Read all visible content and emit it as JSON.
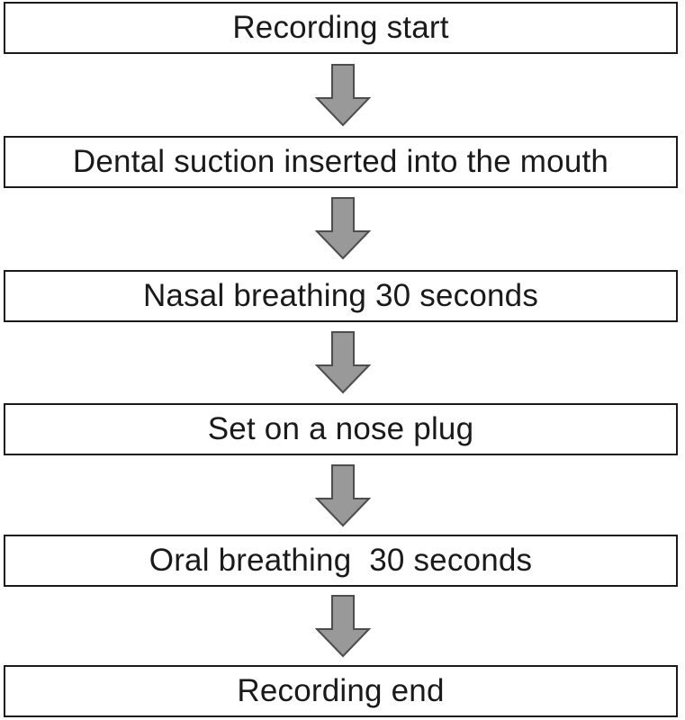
{
  "flowchart": {
    "steps": [
      {
        "label": "Recording start"
      },
      {
        "label": "Dental suction inserted into the mouth"
      },
      {
        "label": "Nasal breathing 30 seconds"
      },
      {
        "label": "Set on a nose plug"
      },
      {
        "label": "Oral breathing  30 seconds"
      },
      {
        "label": "Recording end"
      }
    ],
    "colors": {
      "box_border": "#1a1a1a",
      "box_fill": "#ffffff",
      "arrow_fill": "#999999",
      "arrow_stroke": "#4d4d4d",
      "text": "#1a1a1a"
    }
  }
}
